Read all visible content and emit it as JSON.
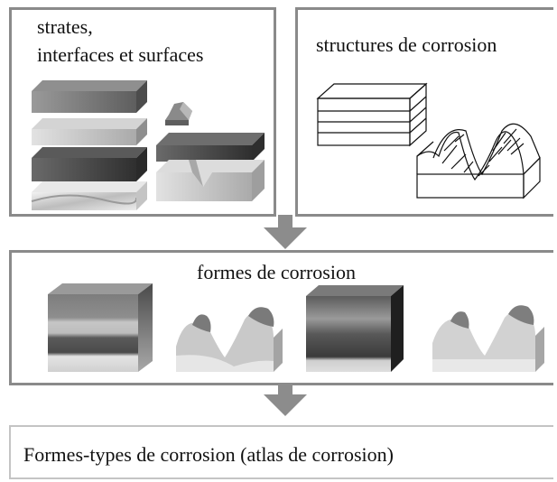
{
  "panels": {
    "strata": {
      "title_line1": "strates,",
      "title_line2": "interfaces et surfaces"
    },
    "structures": {
      "title": "structures de corrosion"
    },
    "forms": {
      "title": "formes de corrosion"
    },
    "atlas": {
      "title": "Formes-types de corrosion (atlas de corrosion)"
    }
  },
  "colors": {
    "border": "#8a8a8a",
    "arrow": "#8c8c8c",
    "dark_layer": "#4a4a4a",
    "mid_layer": "#7a7a7a",
    "light_layer": "#c8c8c8"
  }
}
